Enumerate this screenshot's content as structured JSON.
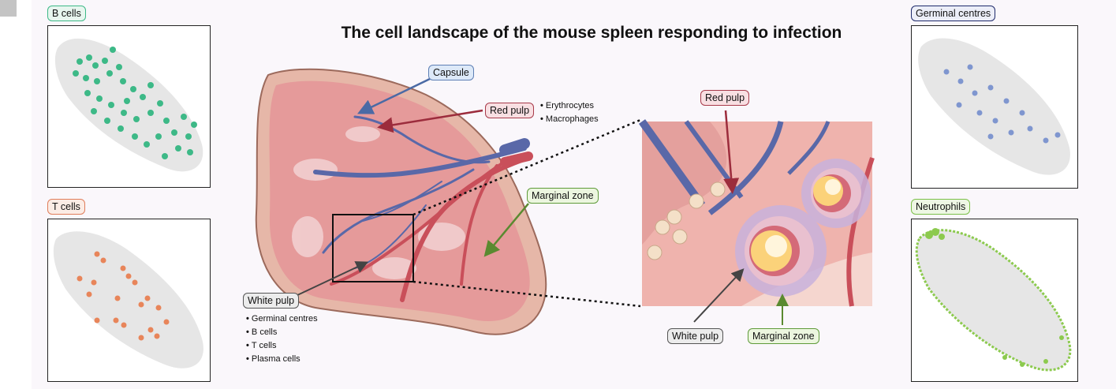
{
  "title": "The cell landscape of the mouse spleen responding to infection",
  "colors": {
    "b_cells": "#3db987",
    "t_cells": "#e8855a",
    "germinal": "#7f96cf",
    "neutrophils": "#8cca4e",
    "tissue_gray": "#e3e3e3"
  },
  "panels": {
    "b_cells": {
      "label": "B cells"
    },
    "t_cells": {
      "label": "T cells"
    },
    "germinal_centres": {
      "label": "Germinal centres"
    },
    "neutrophils": {
      "label": "Neutrophils"
    }
  },
  "diagram": {
    "capsule": "Capsule",
    "red_pulp": "Red pulp",
    "red_pulp_items": [
      "Erythrocytes",
      "Macrophages"
    ],
    "marginal_zone": "Marginal zone",
    "white_pulp": "White pulp",
    "white_pulp_items": [
      "Germinal centres",
      "B cells",
      "T cells",
      "Plasma cells"
    ]
  },
  "zoom": {
    "red_pulp": "Red pulp",
    "white_pulp": "White pulp",
    "marginal_zone": "Marginal zone"
  }
}
